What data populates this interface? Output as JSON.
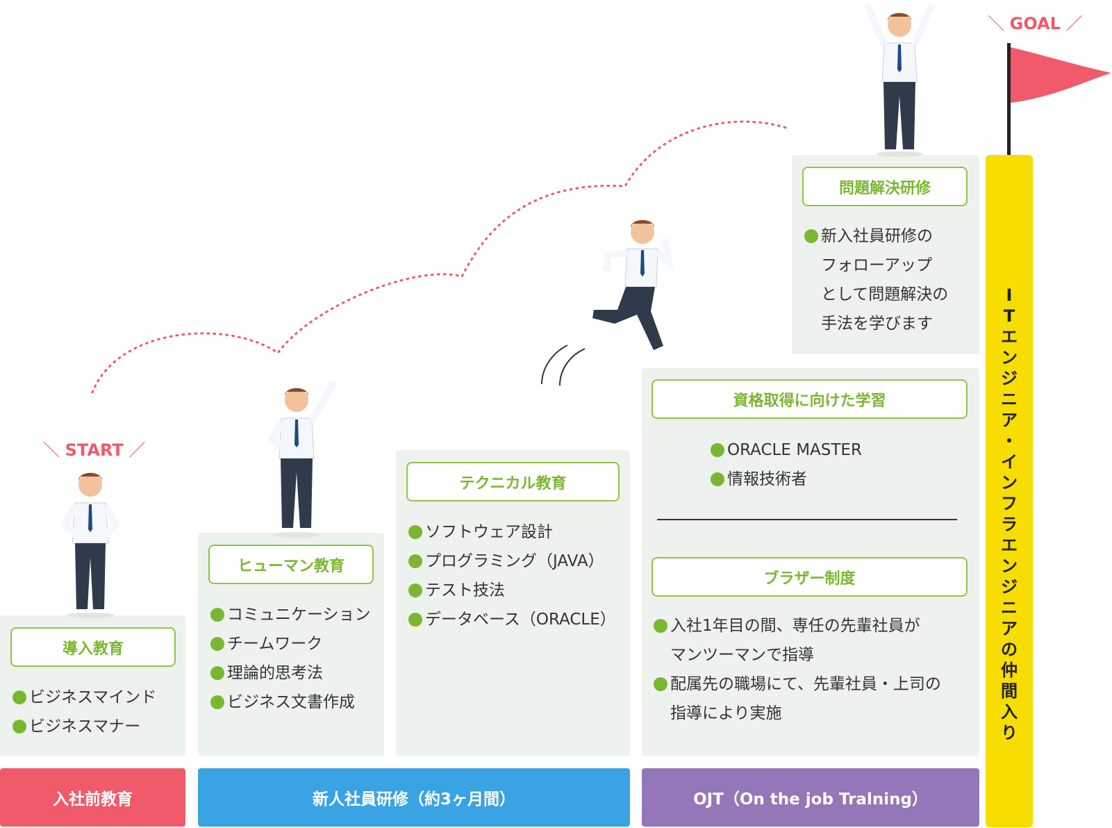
{
  "markers": {
    "start": "START",
    "goal": "GOAL"
  },
  "goal_column": "ITエンジニア・インフラエンジニアの仲間入り",
  "stages": [
    {
      "label": "入社前教育",
      "color": "#f05a6a"
    },
    {
      "label": "新人社員研修（約3ヶ月間）",
      "color": "#3aa3e3"
    },
    {
      "label": "OJT（On the job Tralning）",
      "color": "#9377b8"
    }
  ],
  "steps": {
    "pre": {
      "title": "導入教育",
      "items": [
        "ビジネスマインド",
        "ビジネスマナー"
      ]
    },
    "human": {
      "title": "ヒューマン教育",
      "items": [
        "コミュニケーション",
        "チームワーク",
        "理論的思考法",
        "ビジネス文書作成"
      ]
    },
    "tech": {
      "title": "テクニカル教育",
      "items": [
        "ソフトウェア設計",
        "プログラミング（JAVA）",
        "テスト技法",
        "データベース（ORACLE）"
      ]
    },
    "qual": {
      "title": "資格取得に向けた学習",
      "items": [
        "ORACLE MASTER",
        "情報技術者"
      ]
    },
    "brother": {
      "title": "ブラザー制度",
      "items": [
        [
          "入社1年目の間、専任の先輩社員が",
          "マンツーマンで指導"
        ],
        [
          "配属先の職場にて、先輩社員・上司の",
          "指導により実施"
        ]
      ]
    },
    "problem": {
      "title": "問題解決研修",
      "lines": [
        "新入社員研修の",
        "フォローアップ",
        "として問題解決の",
        "手法を学びます"
      ]
    }
  },
  "colors": {
    "accent_green": "#7ab731",
    "panel": "#eef2ee",
    "dots": "#ee5a6a",
    "goal_bar": "#f7dd00",
    "flag": "#f05a6a"
  }
}
